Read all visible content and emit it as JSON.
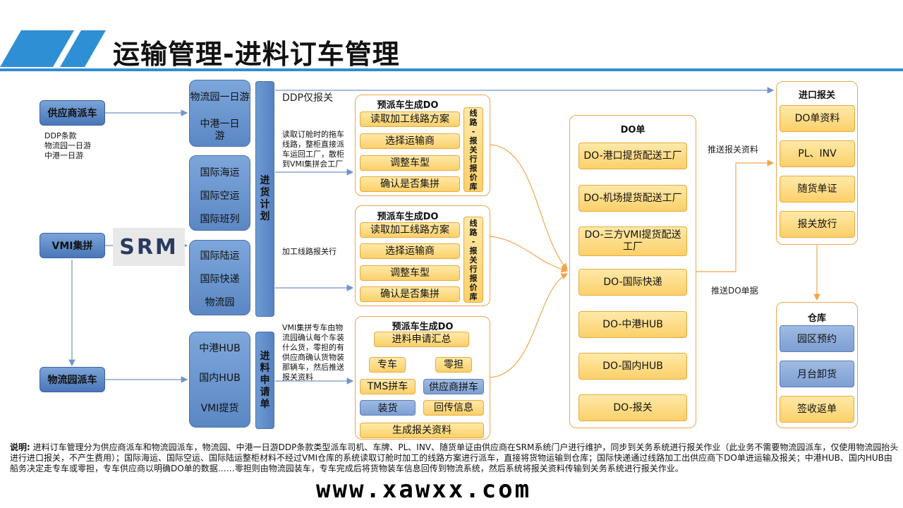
{
  "title": "运输管理-进料订车管理",
  "left": {
    "supplier": "供应商派车",
    "supplier_note": [
      "DDP条款",
      "物流园一日游",
      "中港一日游"
    ],
    "vmi": "VMI集拼",
    "park": "物流园派车",
    "srm": "SRM"
  },
  "lanes": {
    "lane1": [
      "物流园一日游",
      "中港一日",
      "游"
    ],
    "lane2": [
      "国际海运",
      "国际空运",
      "国际班列"
    ],
    "lane3": [
      "国际陆运",
      "国际快递",
      "物流园"
    ],
    "lane4": [
      "中港HUB",
      "国内HUB",
      "VMI提货"
    ]
  },
  "vbars": {
    "plan": [
      "进",
      "货",
      "计",
      "划"
    ],
    "apply": [
      "进",
      "料",
      "申",
      "请",
      "单"
    ]
  },
  "notes": {
    "ddp_only": "DDP仅报关",
    "read_line": [
      "读取订舱时的拖车",
      "线路，整柜直接派",
      "车运回工厂，散柜",
      "到VMI集拼会工厂"
    ],
    "line_report": "加工线路报关行",
    "vmi_note": [
      "VMI集拼专车由物",
      "流园确认每个车装",
      "什么货，零担的有",
      "供应商确认货物装",
      "那辆车，然后推送",
      "报关资料"
    ],
    "push_report": "推送报关资料",
    "push_do": "推送DO单据"
  },
  "pre1": {
    "title": "预派车生成DO",
    "steps": [
      "读取加工线路方案",
      "选择运输商",
      "调整车型",
      "确认是否集拼"
    ],
    "side": [
      "线",
      "路",
      "-",
      "报",
      "关",
      "行",
      "报",
      "价",
      "库"
    ]
  },
  "pre2": {
    "title": "预派车生成DO",
    "steps": [
      "读取加工线路方案",
      "选择运输商",
      "调整车型",
      "确认是否集拼"
    ],
    "side": [
      "线",
      "路",
      "-",
      "报",
      "关",
      "行",
      "报",
      "价",
      "库"
    ]
  },
  "pre3": {
    "title": "预派车生成DO",
    "summary": "进料申请汇总",
    "dedicated": "专车",
    "ltl": "零担",
    "tms": "TMS拼车",
    "supplier_pool": "供应商拼车",
    "loading": "装货",
    "feedback": "回传信息",
    "gen": "生成报关资料"
  },
  "do": {
    "title": "DO单",
    "items": [
      "DO-港口提货配送工厂",
      "DO-机场提货配送工厂",
      "DO-三方VMI提货配送",
      "DO-国际快递",
      "DO-中港HUB",
      "DO-国内HUB",
      "DO-报关"
    ],
    "item3_line2": "工厂"
  },
  "customs": {
    "title": "进口报关",
    "items": [
      "DO单资料",
      "PL、INV",
      "随货单证",
      "报关放行"
    ]
  },
  "warehouse": {
    "title": "仓库",
    "items": [
      "园区预约",
      "月台卸货",
      "签收返单"
    ]
  },
  "note": {
    "label": "说明:",
    "text": "进料订车管理分为供应商派车和物流园派车，物流园、中港一日游DDP条款类型派车司机、车牌、PL、INV、随货单证由供应商在SRM系统门户进行维护，同步到关务系统进行报关作业（此业务不需要物流园派车，仅使用物流园抬头进行进口报关，不产生费用）；国际海运、国际空运、国际陆运整柜材料不经过VMI仓库的系统读取订舱时加工的线路方案进行派车，直接将货物运输到仓库；国际快递通过线路加工出供应商下DO单进运输及报关；中港HUB、国内HUB由船务决定走专车或零担，专车供应商以明确DO单的数据……零担则由物流园装车，专车完成后将货物装车信息回传到物流系统，然后系统将报关资料传输到关务系统进行报关作业。"
  },
  "watermark": "www.xawxx.com",
  "colors": {
    "blue": "#5b87c4",
    "orange": "#f0a64a",
    "yellow": "#fbd06a",
    "line": "#2f8fd4"
  }
}
